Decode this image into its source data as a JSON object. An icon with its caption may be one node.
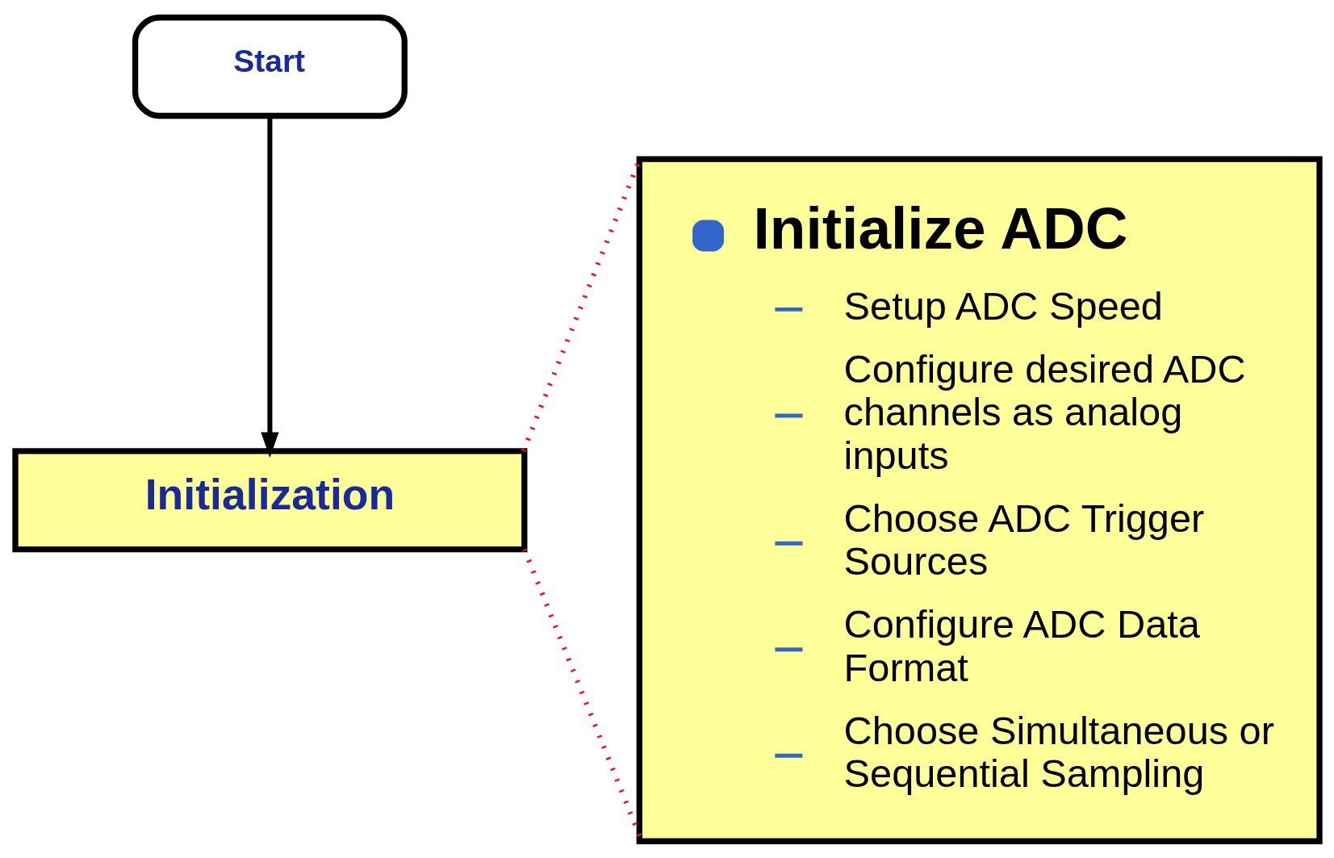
{
  "diagram": {
    "nodes": [
      {
        "text": [
          "Start"
        ]
      },
      {
        "text": [
          "Initialization"
        ]
      },
      {
        "text": [
          "Initialize ADC",
          "Setup ADC Speed",
          "Configure desired ADC channels as analog inputs",
          "Choose ADC Trigger Sources",
          "Configure ADC Data Format",
          "Choose Simultaneous or Sequential Sampling"
        ]
      }
    ],
    "edges": [
      {
        "from": 0,
        "to": 1,
        "arrow": "to",
        "color": "#000000"
      },
      {
        "from": 1,
        "to": 2,
        "arrow": "none",
        "style": "dashed",
        "color": "#ff0033"
      },
      {
        "from": 1,
        "to": 2,
        "arrow": "none",
        "style": "dashed",
        "color": "#ff0033"
      }
    ]
  }
}
